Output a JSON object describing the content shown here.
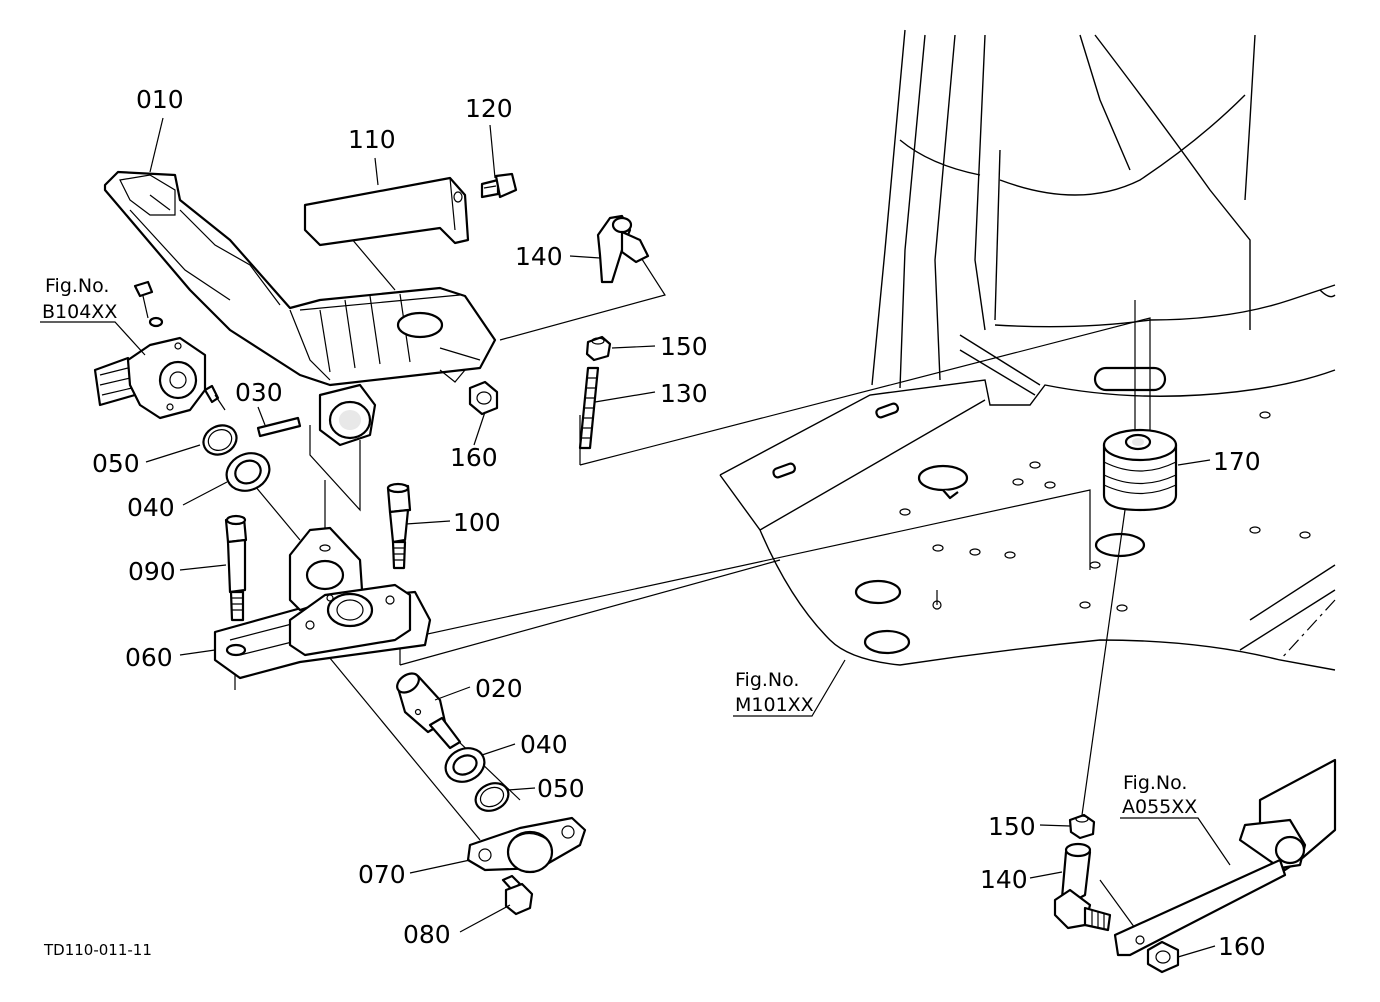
{
  "parts": [
    {
      "id": "p010",
      "number": "010"
    },
    {
      "id": "p020",
      "number": "020"
    },
    {
      "id": "p030",
      "number": "030"
    },
    {
      "id": "p040a",
      "number": "040"
    },
    {
      "id": "p040b",
      "number": "040"
    },
    {
      "id": "p050a",
      "number": "050"
    },
    {
      "id": "p050b",
      "number": "050"
    },
    {
      "id": "p060",
      "number": "060"
    },
    {
      "id": "p070",
      "number": "070"
    },
    {
      "id": "p080",
      "number": "080"
    },
    {
      "id": "p090",
      "number": "090"
    },
    {
      "id": "p100",
      "number": "100"
    },
    {
      "id": "p110",
      "number": "110"
    },
    {
      "id": "p120",
      "number": "120"
    },
    {
      "id": "p130",
      "number": "130"
    },
    {
      "id": "p140a",
      "number": "140"
    },
    {
      "id": "p140b",
      "number": "140"
    },
    {
      "id": "p150a",
      "number": "150"
    },
    {
      "id": "p150b",
      "number": "150"
    },
    {
      "id": "p160a",
      "number": "160"
    },
    {
      "id": "p160b",
      "number": "160"
    },
    {
      "id": "p170",
      "number": "170"
    }
  ],
  "figure_refs": [
    {
      "id": "b104",
      "prefix": "Fig.No.",
      "code": "B104XX"
    },
    {
      "id": "m101",
      "prefix": "Fig.No.",
      "code": "M101XX"
    },
    {
      "id": "a055",
      "prefix": "Fig.No.",
      "code": "A055XX"
    }
  ],
  "drawing_id": "TD110-011-11"
}
